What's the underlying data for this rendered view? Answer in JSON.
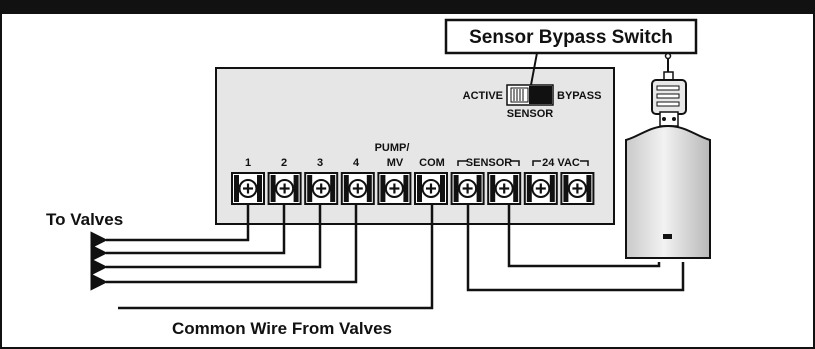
{
  "callout": {
    "label": "Sensor Bypass Switch"
  },
  "switch": {
    "left_label": "ACTIVE",
    "right_label": "BYPASS",
    "caption": "SENSOR",
    "state": "bypass"
  },
  "terminals": {
    "labels": {
      "t1": "1",
      "t2": "2",
      "t3": "3",
      "t4": "4",
      "pump_top": "PUMP/",
      "pump_bottom": "MV",
      "com": "COM",
      "sensor": "SENSOR",
      "vac": "24 VAC"
    },
    "count": 10
  },
  "wires": {
    "to_valves_label": "To Valves",
    "common_label": "Common Wire From Valves"
  },
  "colors": {
    "line": "#111111",
    "panel": "#e6e6e6",
    "screw": "#ffffff",
    "sensor_body": "#d9d9d9",
    "top_bar": "#111111"
  }
}
